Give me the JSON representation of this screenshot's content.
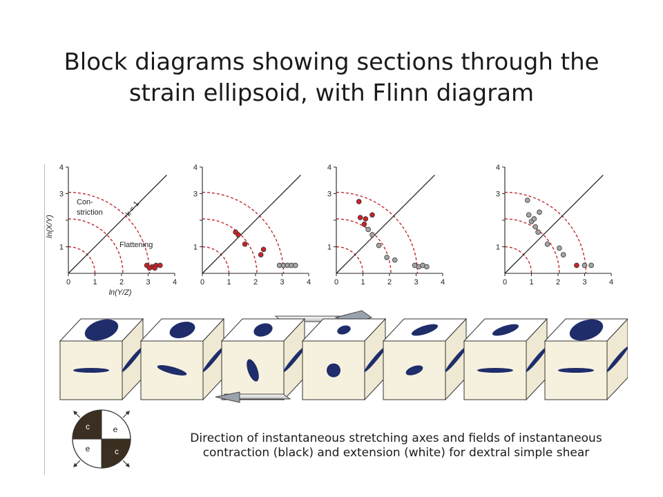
{
  "slide": {
    "title_line1": "Block diagrams showing sections through the",
    "title_line2": "strain ellipsoid, with Flinn diagram",
    "caption_line1": "Direction of instantaneous stretching axes  and fields of instantaneous",
    "caption_line2": "contraction (black) and extension (white) for dextral simple shear"
  },
  "flinn": {
    "y_axis_label": "ln(X/Y)",
    "x_axis_label": "ln(Y/Z)",
    "k_line_label": "k = 1",
    "constriction_label_1": "Con-",
    "constriction_label_2": "striction",
    "flattening_label": "Flattening",
    "ticks": [
      "0",
      "1",
      "2",
      "3",
      "4"
    ],
    "plots": [
      {
        "points": [
          [
            2.95,
            0.3
          ],
          [
            3.15,
            0.25
          ],
          [
            3.3,
            0.3
          ],
          [
            3.45,
            0.3
          ],
          [
            3.05,
            0.2
          ],
          [
            3.25,
            0.2
          ]
        ],
        "colors": [
          "red",
          "red",
          "red",
          "red",
          "red",
          "red"
        ]
      },
      {
        "points": [
          [
            1.25,
            1.55
          ],
          [
            1.35,
            1.45
          ],
          [
            1.6,
            1.1
          ],
          [
            2.2,
            0.7
          ],
          [
            2.3,
            0.9
          ],
          [
            2.9,
            0.3
          ],
          [
            3.05,
            0.3
          ],
          [
            3.2,
            0.3
          ],
          [
            3.35,
            0.3
          ],
          [
            3.5,
            0.3
          ]
        ],
        "colors": [
          "red",
          "red",
          "red",
          "red",
          "red",
          "grey",
          "grey",
          "grey",
          "grey",
          "grey"
        ]
      },
      {
        "points": [
          [
            0.85,
            2.7
          ],
          [
            0.9,
            2.1
          ],
          [
            1.05,
            1.85
          ],
          [
            1.1,
            2.05
          ],
          [
            1.35,
            2.2
          ],
          [
            1.2,
            1.65
          ],
          [
            1.35,
            1.45
          ],
          [
            1.6,
            1.05
          ],
          [
            1.9,
            0.6
          ],
          [
            2.2,
            0.5
          ],
          [
            2.95,
            0.3
          ],
          [
            3.1,
            0.25
          ],
          [
            3.25,
            0.3
          ],
          [
            3.4,
            0.25
          ]
        ],
        "colors": [
          "red",
          "red",
          "red",
          "red",
          "red",
          "grey",
          "grey",
          "grey",
          "grey",
          "grey",
          "grey",
          "grey",
          "grey",
          "grey"
        ]
      },
      {
        "points": [
          [
            0.85,
            2.75
          ],
          [
            0.9,
            2.2
          ],
          [
            1.0,
            1.95
          ],
          [
            1.1,
            2.05
          ],
          [
            1.3,
            2.3
          ],
          [
            1.15,
            1.75
          ],
          [
            1.25,
            1.55
          ],
          [
            1.6,
            1.1
          ],
          [
            2.05,
            0.95
          ],
          [
            2.2,
            0.7
          ],
          [
            2.7,
            0.3
          ],
          [
            3.0,
            0.3
          ],
          [
            3.25,
            0.3
          ]
        ],
        "colors": [
          "grey",
          "grey",
          "grey",
          "grey",
          "grey",
          "grey",
          "grey",
          "grey",
          "grey",
          "grey",
          "red",
          "grey",
          "grey"
        ]
      }
    ]
  },
  "blocks": {
    "count": 7,
    "front_ellipse_angles": [
      0,
      15,
      70,
      0,
      -20,
      0,
      0
    ],
    "top_ellipse_sizes": [
      "large",
      "medium",
      "small",
      "tiny",
      "thin",
      "thin",
      "large"
    ]
  },
  "shear_circle": {
    "quadrant_labels": [
      "c",
      "e",
      "e",
      "c"
    ]
  },
  "colors": {
    "ellipse": "#1f2d6b",
    "red_point": "#cc2229",
    "grey_point": "#a5a5a5",
    "dashed_arc": "#c0242b",
    "block_face": "#f6f1de",
    "quadrant_dark": "#3b2f22"
  }
}
